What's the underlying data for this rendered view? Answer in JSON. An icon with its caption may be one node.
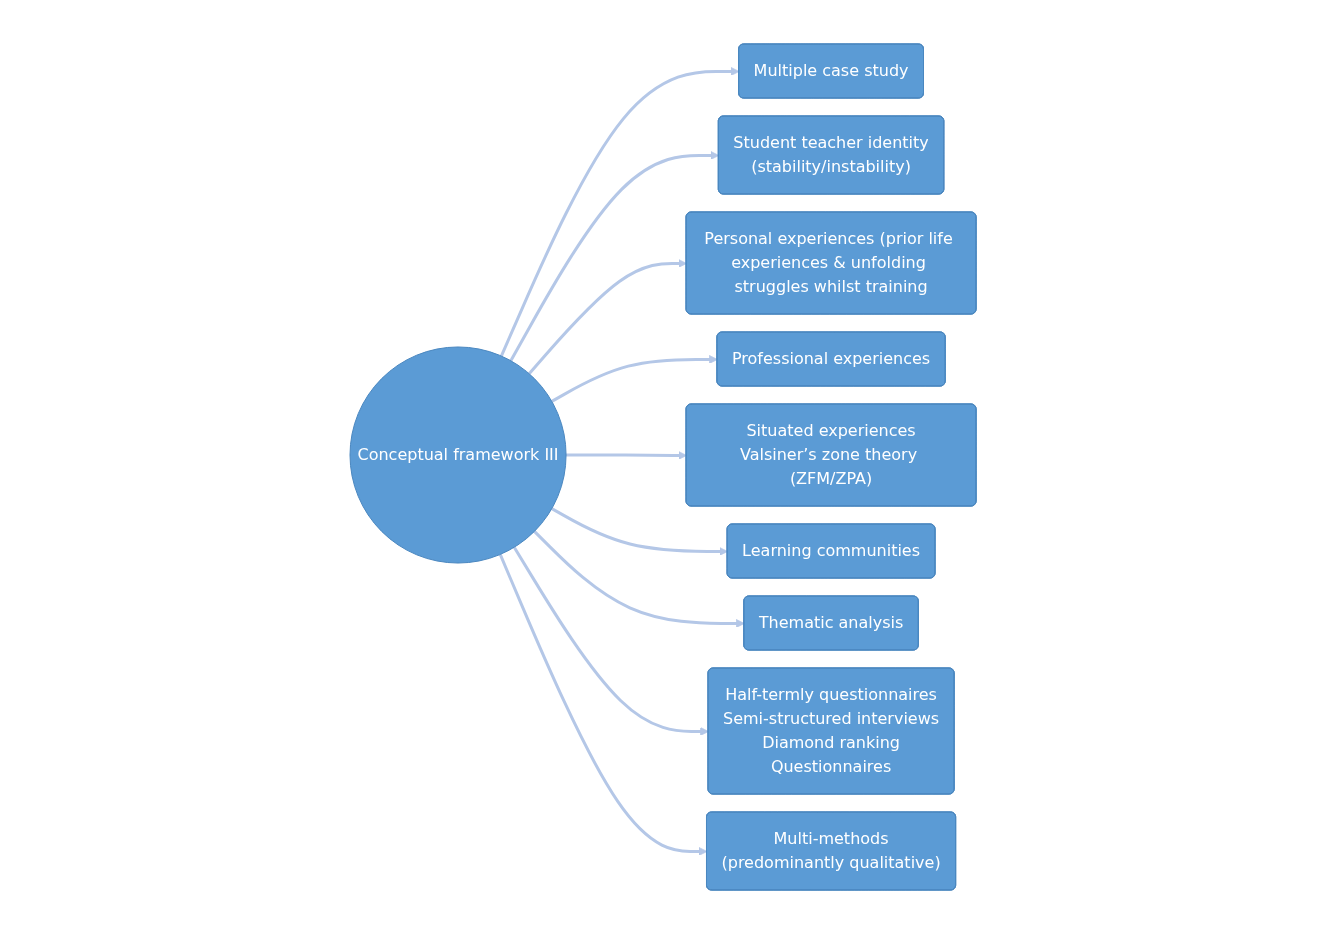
{
  "diagram": {
    "nodes": [
      {
        "text": [
          "Multiple case study"
        ]
      },
      {
        "text": [
          "Student teacher identity",
          "(stability/instability)"
        ]
      },
      {
        "text": [
          "Personal experiences (prior life experiences & unfolding struggles whilst training"
        ]
      },
      {
        "text": [
          "Multi-methods",
          "(predominantly qualitative)"
        ]
      },
      {
        "text": [
          "Conceptual framework III"
        ]
      },
      {
        "text": [
          "Professional experiences"
        ]
      },
      {
        "text": [
          "Half-termly questionnaires",
          "Semi-structured interviews",
          "Diamond ranking",
          "Questionnaires"
        ]
      },
      {
        "text": [
          "Situated experiences",
          "Valsiner’s zone theory (ZFM/ZPA)"
        ]
      },
      {
        "text": [
          "Thematic analysis"
        ]
      },
      {
        "text": [
          "Learning communities"
        ]
      }
    ],
    "edges": [
      {
        "from": 4,
        "to": 0,
        "arrow": "to"
      },
      {
        "from": 4,
        "to": 1,
        "arrow": "to"
      },
      {
        "from": 4,
        "to": 2,
        "arrow": "to"
      },
      {
        "from": 4,
        "to": 5,
        "arrow": "to"
      },
      {
        "from": 4,
        "to": 7,
        "arrow": "to"
      },
      {
        "from": 4,
        "to": 9,
        "arrow": "to"
      },
      {
        "from": 4,
        "to": 8,
        "arrow": "to"
      },
      {
        "from": 4,
        "to": 6,
        "arrow": "to"
      },
      {
        "from": 4,
        "to": 3,
        "arrow": "to"
      }
    ]
  }
}
